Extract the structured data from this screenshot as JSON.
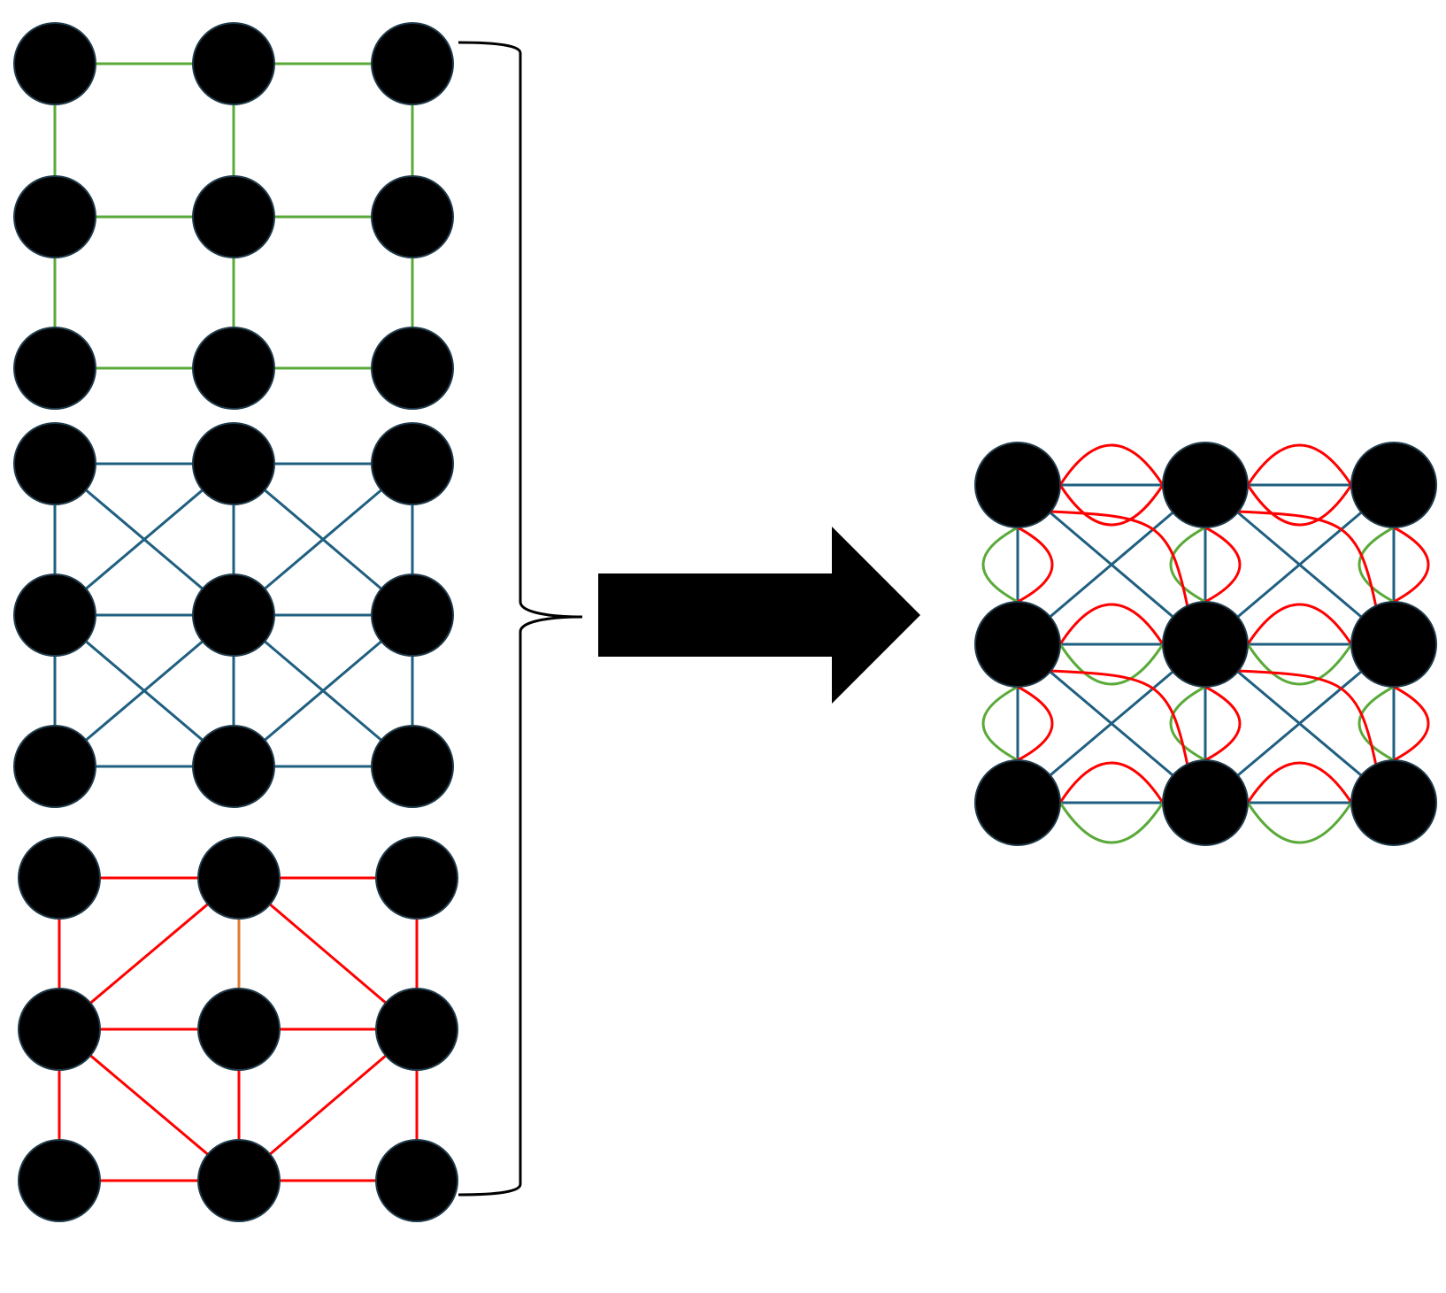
{
  "colors": {
    "background": "#ffffff",
    "node_fill": "#000000",
    "node_stroke": "#1f3a4a",
    "layer_green": "#5aaa3a",
    "layer_blue": "#1f5f80",
    "layer_red": "#ff0000",
    "layer_orange": "#e07a30",
    "brace": "#000000",
    "arrow": "#000000"
  },
  "icons": {
    "brace": "right-curly-brace-icon",
    "arrow": "right-arrow-icon"
  },
  "diagram": {
    "grid": {
      "rows": 3,
      "cols": 3
    },
    "layers": [
      {
        "name": "layer-1-green",
        "color_key": "layer_green",
        "edges": [
          [
            0,
            1
          ],
          [
            1,
            2
          ],
          [
            3,
            4
          ],
          [
            4,
            5
          ],
          [
            6,
            7
          ],
          [
            7,
            8
          ],
          [
            0,
            3
          ],
          [
            3,
            6
          ],
          [
            1,
            4
          ],
          [
            4,
            7
          ],
          [
            2,
            5
          ],
          [
            5,
            8
          ]
        ]
      },
      {
        "name": "layer-2-blue",
        "color_key": "layer_blue",
        "edges": [
          [
            0,
            1
          ],
          [
            1,
            2
          ],
          [
            3,
            4
          ],
          [
            4,
            5
          ],
          [
            6,
            7
          ],
          [
            7,
            8
          ],
          [
            0,
            3
          ],
          [
            3,
            6
          ],
          [
            1,
            4
          ],
          [
            4,
            7
          ],
          [
            2,
            5
          ],
          [
            5,
            8
          ],
          [
            0,
            4
          ],
          [
            1,
            3
          ],
          [
            1,
            5
          ],
          [
            2,
            4
          ],
          [
            3,
            7
          ],
          [
            4,
            6
          ],
          [
            4,
            8
          ],
          [
            5,
            7
          ]
        ]
      },
      {
        "name": "layer-3-red",
        "color_key": "layer_red",
        "edges": [
          [
            0,
            1
          ],
          [
            1,
            2
          ],
          [
            3,
            4
          ],
          [
            4,
            5
          ],
          [
            6,
            7
          ],
          [
            7,
            8
          ],
          [
            0,
            3
          ],
          [
            3,
            6
          ],
          [
            2,
            5
          ],
          [
            5,
            8
          ],
          [
            1,
            3
          ],
          [
            1,
            5
          ],
          [
            3,
            7
          ],
          [
            5,
            7
          ],
          [
            4,
            7
          ]
        ],
        "highlight_edges": [
          [
            1,
            4
          ]
        ],
        "highlight_color_key": "layer_orange"
      }
    ]
  }
}
